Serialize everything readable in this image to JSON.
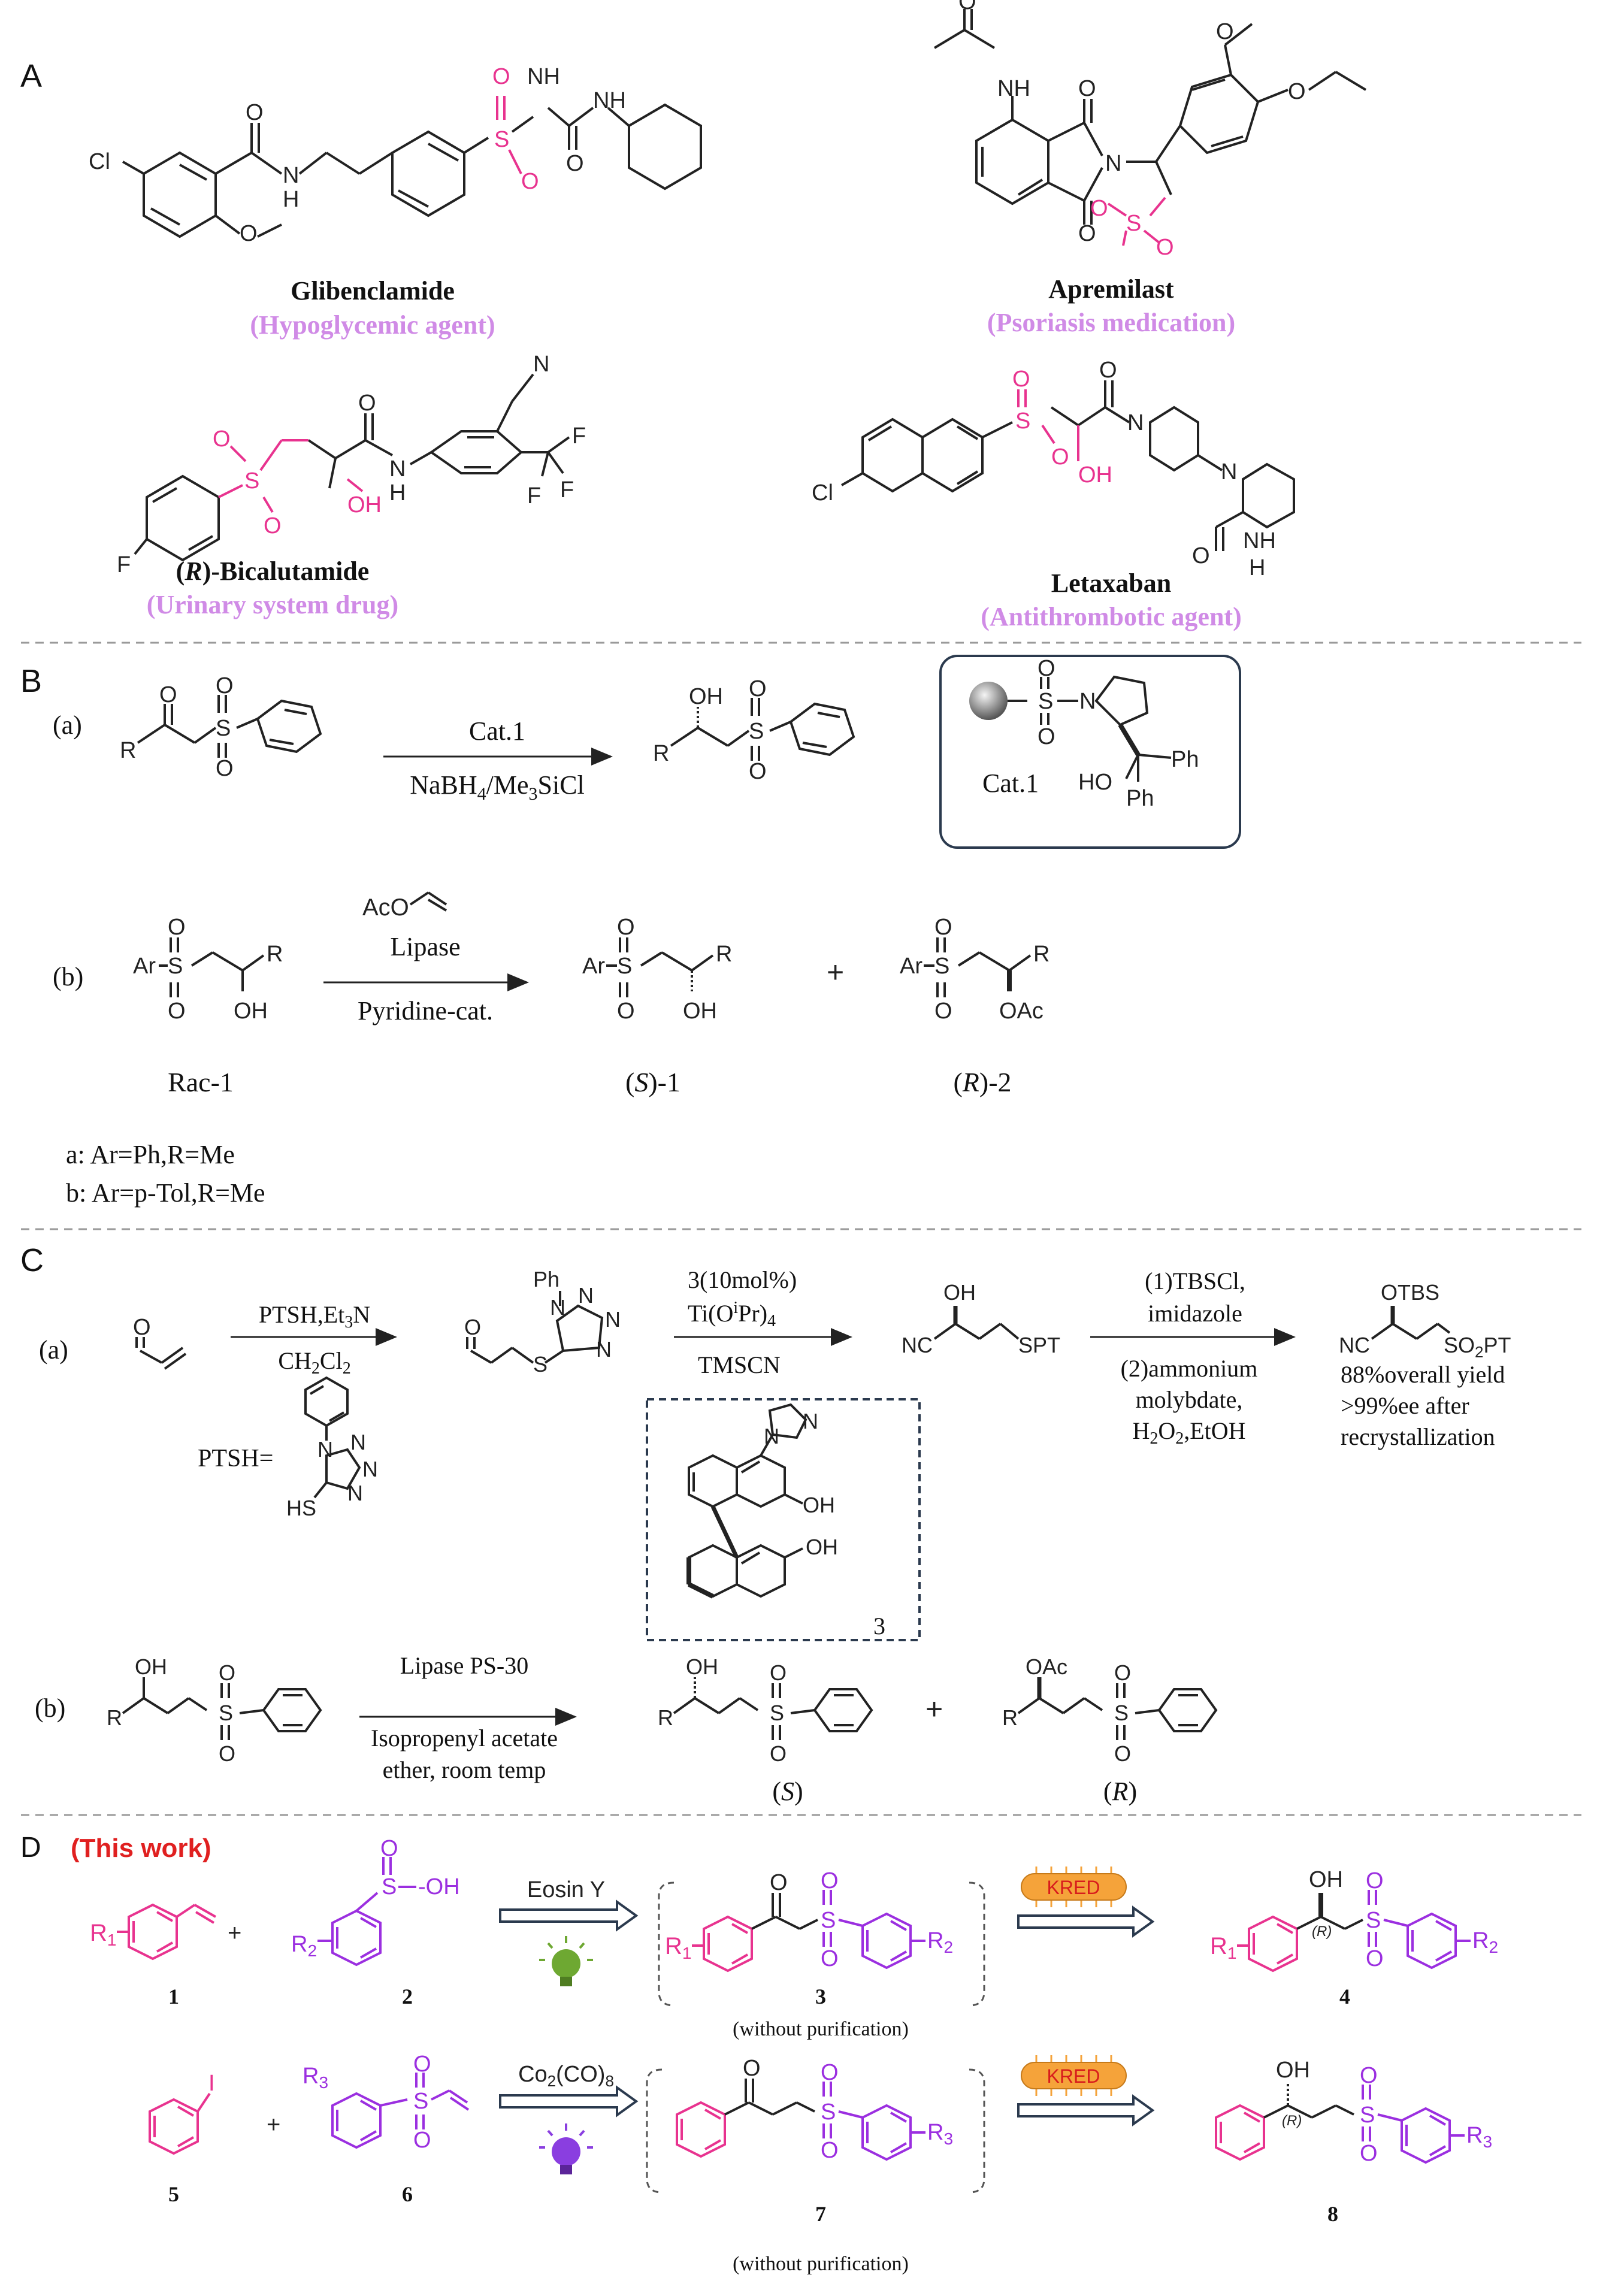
{
  "colors": {
    "pink": "#e8338f",
    "purple": "#9b2fe0",
    "lilac": "#d08be6",
    "dash": "#9a9a9a",
    "red": "#e02020",
    "kred_fill": "#f5a33a",
    "kred_text": "#d81c1c",
    "green_bulb": "#6ea832",
    "purple_bulb": "#8a3ee0"
  },
  "sections": {
    "A": "A",
    "B": "B",
    "C": "C",
    "D": "D"
  },
  "A": {
    "glibenclamide": {
      "name": "Glibenclamide",
      "use": "(Hypoglycemic agent)"
    },
    "apremilast": {
      "name": "Apremilast",
      "use": "(Psoriasis medication)"
    },
    "bicalutamide": {
      "prefix": "(",
      "stereo": "R",
      "suffix": ")-Bicalutamide",
      "use": "(Urinary system drug)"
    },
    "letaxaban": {
      "name": "Letaxaban",
      "use": "(Antithrombotic agent)"
    },
    "atoms": {
      "Cl": "Cl",
      "O": "O",
      "H": "H",
      "N": "N",
      "S": "S",
      "F": "F",
      "NH": "NH",
      "OH": "OH",
      "H_N": "N",
      "NHH": "H"
    }
  },
  "B": {
    "a_label": "(a)",
    "b_label": "(b)",
    "cat_above": "Cat.1",
    "cond_a": "NaBH",
    "cond_a_sub": "4",
    "cond_a_rest": "/Me",
    "cond_a_sub2": "3",
    "cond_a_end": "SiCl",
    "cat_label": "Cat.1",
    "Ph": "Ph",
    "HO": "HO",
    "acO": "AcO",
    "lipase": "Lipase",
    "pyridine": "Pyridine-cat.",
    "Ar": "Ar",
    "R": "R",
    "OH": "OH",
    "OAc": "OAc",
    "plus": "+",
    "rac": "Rac-1",
    "s1_open": "(",
    "s1_S": "S",
    "s1_close": ")-1",
    "r2_open": "(",
    "r2_R": "R",
    "r2_close": ")-2",
    "note_a": "a: Ar=Ph,R=Me",
    "note_b": "b: Ar=p-Tol,R=Me"
  },
  "C": {
    "a_label": "(a)",
    "b_label": "(b)",
    "r1_top": "PTSH,Et",
    "r1_top_sub": "3",
    "r1_top_end": "N",
    "r1_bot": "CH",
    "r1_bot_sub": "2",
    "r1_bot_mid": "Cl",
    "r1_bot_sub2": "2",
    "r2_top1": "3(10mol%)",
    "r2_top2a": "Ti(O",
    "r2_top2sup": "i",
    "r2_top2b": "Pr)",
    "r2_top2sub": "4",
    "r2_bot": "TMSCN",
    "r3_top1": "(1)TBSCl,",
    "r3_top2": "imidazole",
    "r3_bot1": "(2)ammonium",
    "r3_bot2": "molybdate,",
    "r3_bot3a": "H",
    "r3_bot3sub": "2",
    "r3_bot3b": "O",
    "r3_bot3sub2": "2",
    "r3_bot3c": ",EtOH",
    "Ph": "Ph",
    "N": "N",
    "S": "S",
    "O": "O",
    "NC": "NC",
    "OH": "OH",
    "SPT": "SPT",
    "OTBS": "OTBS",
    "SO2PT_a": "SO",
    "SO2PT_sub": "2",
    "SO2PT_b": "PT",
    "yield1": "88%overall yield",
    "yield2": ">99%ee after",
    "yield3": "recrystallization",
    "ptsh": "PTSH=",
    "HS": "HS",
    "catnum": "3",
    "lipase": "Lipase PS-30",
    "iso1": "Isopropenyl acetate",
    "iso2": "ether, room temp",
    "R": "R",
    "OAc": "OAc",
    "plus": "+",
    "S_open": "(",
    "S_S": "S",
    "S_close": ")",
    "R_open": "(",
    "R_R": "R",
    "R_close": ")"
  },
  "D": {
    "this_work": "(This work)",
    "R1": "R",
    "R1sub": "1",
    "R2": "R",
    "R2sub": "2",
    "R3": "R",
    "R3sub": "3",
    "plus": "+",
    "OH": "OH",
    "S": "S",
    "O": "O",
    "I": "I",
    "eosin": "Eosin Y",
    "co": "Co",
    "co_sub": "2",
    "co_mid": "(CO)",
    "co_sub2": "8",
    "kred": "KRED",
    "R_stereo": "(R)",
    "n1": "1",
    "n2": "2",
    "n3": "3",
    "n4": "4",
    "n5": "5",
    "n6": "6",
    "n7": "7",
    "n8": "8",
    "wo1": "(without purification)",
    "wo2": "(without  purification)"
  }
}
